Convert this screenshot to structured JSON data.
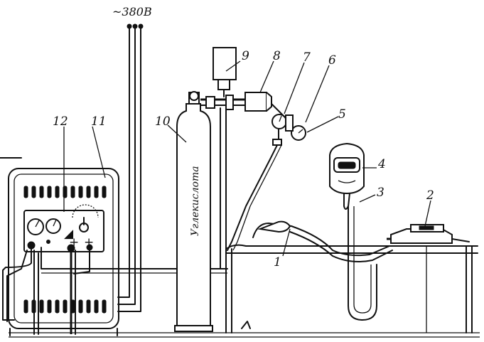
{
  "voltage_label": "~380В",
  "cylinder_text": "Углекислота",
  "callouts": {
    "n1": "1",
    "n2": "2",
    "n3": "3",
    "n4": "4",
    "n5": "5",
    "n6": "6",
    "n7": "7",
    "n8": "8",
    "n9": "9",
    "n10": "10",
    "n11": "11",
    "n12": "12"
  }
}
